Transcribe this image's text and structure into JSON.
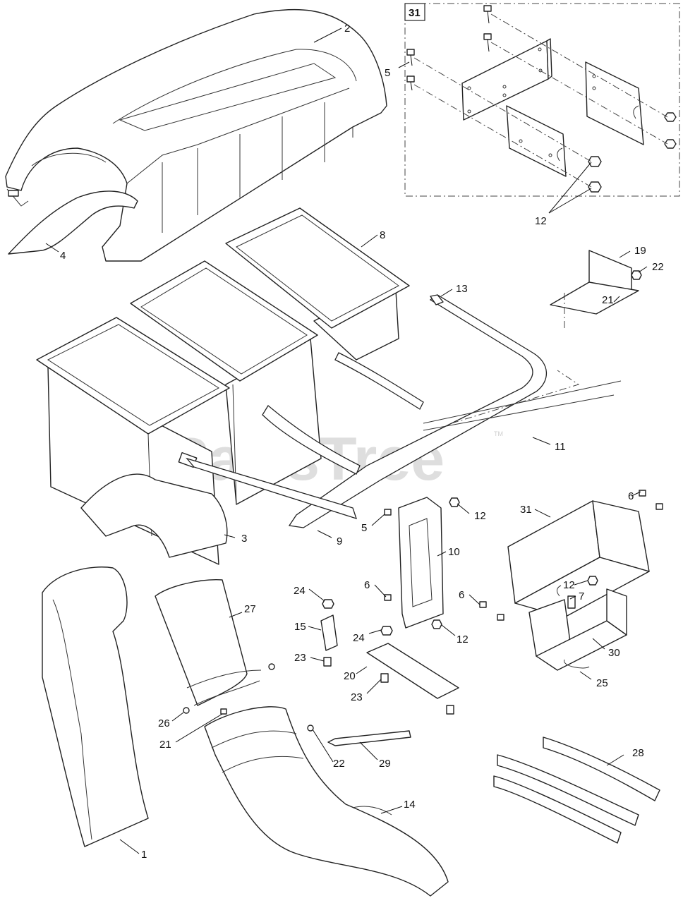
{
  "watermark": {
    "text": "PartsTree",
    "tm": "TM"
  },
  "inset": {
    "box_label": "31"
  },
  "callouts": {
    "c1": "1",
    "c2": "2",
    "c3": "3",
    "c4": "4",
    "c5a": "5",
    "c5b": "5",
    "c6a": "6",
    "c6b": "6",
    "c6c": "6",
    "c7": "7",
    "c8": "8",
    "c9": "9",
    "c10": "10",
    "c11": "11",
    "c12a": "12",
    "c12b": "12",
    "c12c": "12",
    "c12d": "12",
    "c13": "13",
    "c14": "14",
    "c15": "15",
    "c19": "19",
    "c20": "20",
    "c21a": "21",
    "c21b": "21",
    "c22a": "22",
    "c22b": "22",
    "c23a": "23",
    "c23b": "23",
    "c24a": "24",
    "c24b": "24",
    "c25": "25",
    "c26": "26",
    "c27": "27",
    "c28": "28",
    "c29": "29",
    "c30": "30",
    "c31": "31"
  }
}
